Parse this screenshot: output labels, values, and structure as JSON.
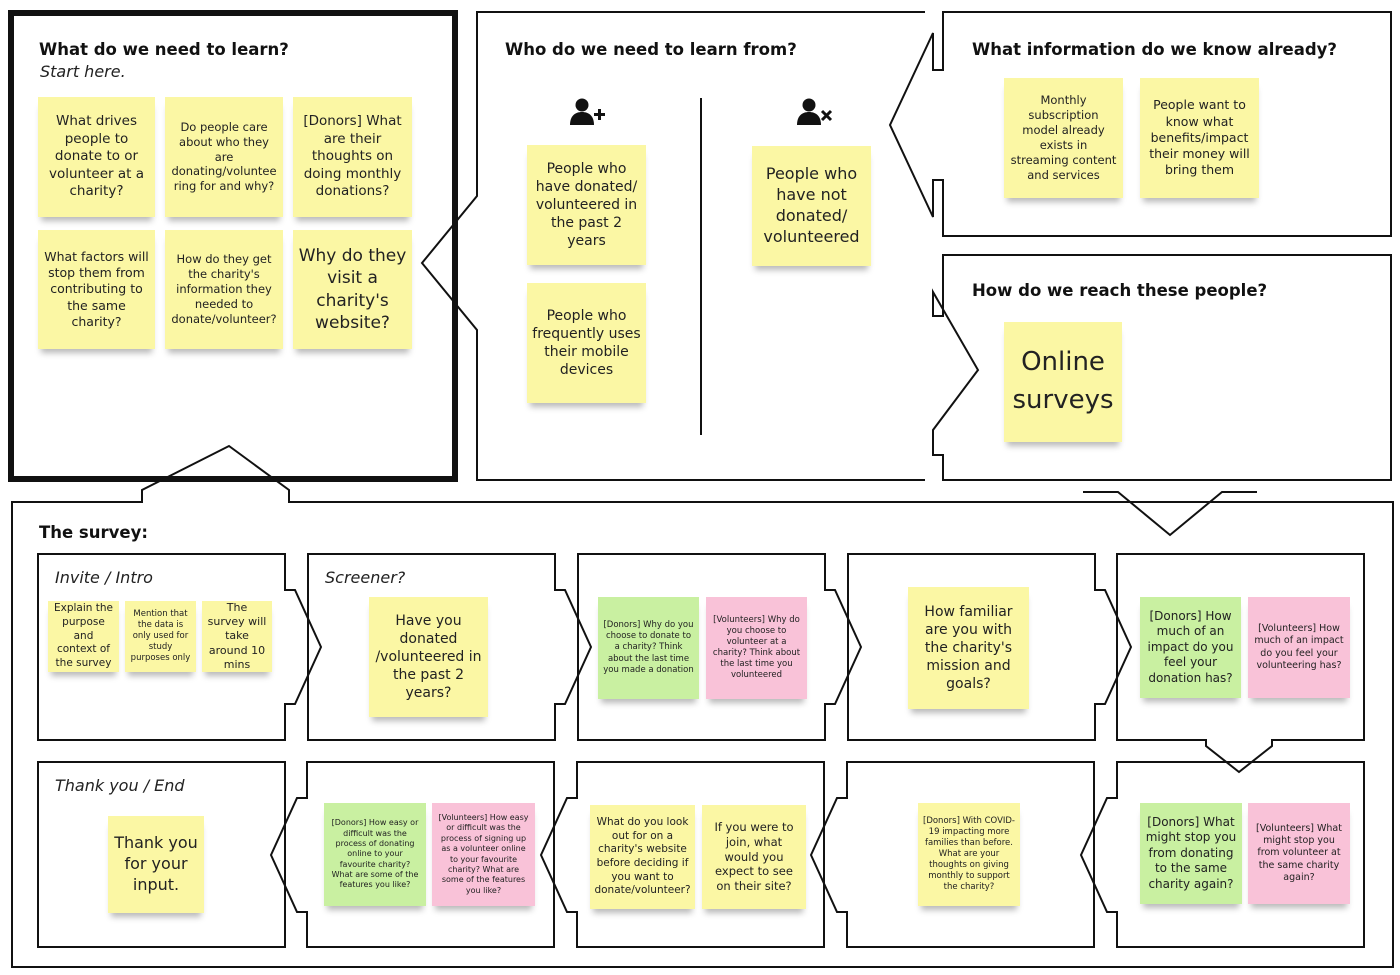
{
  "colors": {
    "note_yellow": "#fbf7a4",
    "note_green": "#c9f0a1",
    "note_pink": "#f9c2d8",
    "stroke": "#111111"
  },
  "learn": {
    "title": "What do we need to learn?",
    "subtitle": "Start here.",
    "notes": [
      "What drives people to donate to or volunteer at a charity?",
      "Do people care about who they are donating/voluntee ring for and why?",
      "[Donors] What are their thoughts on doing monthly donations?",
      "What factors will stop them from contributing to the same charity?",
      "How do they get the charity's information they needed to donate/volunteer?",
      "Why do they visit a charity's website?"
    ]
  },
  "who": {
    "title": "Who do we need to learn from?",
    "add_icon": "person-add-icon",
    "remove_icon": "person-remove-icon",
    "notes": [
      "People who have donated/ volunteered in the past 2 years",
      "People who frequently uses their mobile devices",
      "People who have not donated/ volunteered"
    ]
  },
  "know": {
    "title": "What information do we know already?",
    "notes": [
      "Monthly subscription model already exists in streaming content and services",
      "People want to know what benefits/impact their money will bring them"
    ]
  },
  "reach": {
    "title": "How do we reach these people?",
    "notes": [
      "Online surveys"
    ]
  },
  "survey": {
    "title": "The survey:",
    "steps": [
      {
        "label": "Invite / Intro",
        "notes": [
          "Explain the purpose and context of the survey",
          "Mention that the data is only used for study purposes only",
          "The survey will take around 10 mins"
        ]
      },
      {
        "label": "Screener?",
        "notes": [
          "Have you donated /volunteered in the past 2 years?"
        ]
      },
      {
        "label": "",
        "notes": [
          "[Donors] Why do you choose to donate to a charity? Think about the last time you made a donation",
          "[Volunteers] Why do you choose to volunteer at a charity? Think about the last time you volunteered"
        ]
      },
      {
        "label": "",
        "notes": [
          "How familiar are you with the charity's mission and goals?"
        ]
      },
      {
        "label": "",
        "notes": [
          "[Donors] How much of an impact do you feel your donation has?",
          "[Volunteers] How much of an impact do you feel your volunteering has?"
        ]
      },
      {
        "label": "",
        "notes": [
          "[Donors] What might stop you from donating to the same charity again?",
          "[Volunteers] What might stop you from volunteer at the same charity again?"
        ]
      },
      {
        "label": "",
        "notes": [
          "[Donors] With COVID-19 impacting more families than before. What are your thoughts on giving monthly to support the charity?"
        ]
      },
      {
        "label": "",
        "notes": [
          "What do you look out for on a charity's website before deciding if you want to donate/volunteer?",
          "If you were to join, what would you expect to see on their site?"
        ]
      },
      {
        "label": "",
        "notes": [
          "[Donors] How easy or difficult was the process of donating online to your favourite charity? What are some of the features you like?",
          "[Volunteers] How easy or difficult was the process of signing up as a volunteer online to your favourite charity? What are some of the features you like?"
        ]
      },
      {
        "label": "Thank you / End",
        "notes": [
          "Thank you for your input."
        ]
      }
    ]
  }
}
